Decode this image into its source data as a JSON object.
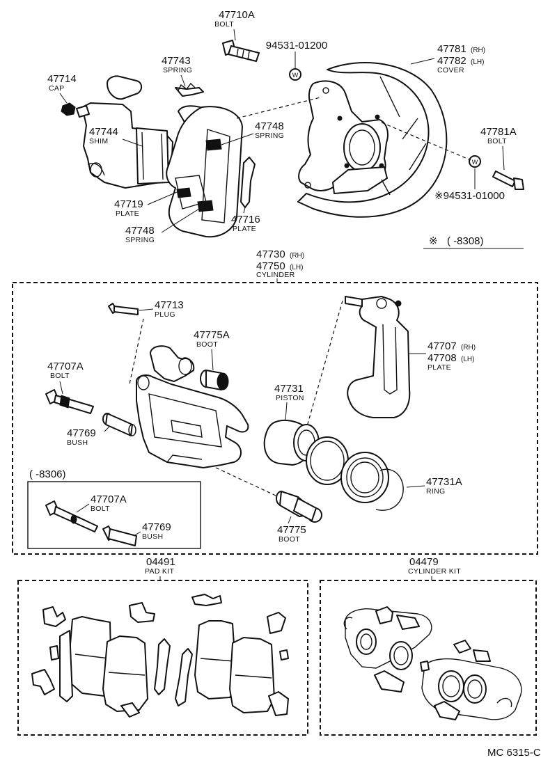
{
  "labels": {
    "p47710A": {
      "number": "47710A",
      "desc": "BOLT"
    },
    "p94531a": {
      "number": "94531-01200"
    },
    "p47781": {
      "number_rh": "47781",
      "suffix_rh": "(RH)",
      "number_lh": "47782",
      "suffix_lh": "(LH)",
      "desc": "COVER"
    },
    "p47743": {
      "number": "47743",
      "desc": "SPRING"
    },
    "p47714": {
      "number": "47714",
      "desc": "CAP"
    },
    "p47744": {
      "number": "47744",
      "desc": "SHIM"
    },
    "p47748a": {
      "number": "47748",
      "desc": "SPRING"
    },
    "p47781A": {
      "number": "47781A",
      "desc": "BOLT"
    },
    "p94531b": {
      "number": "※94531-01000"
    },
    "p47719": {
      "number": "47719",
      "desc": "PLATE"
    },
    "p47716": {
      "number": "47716",
      "desc": "PLATE"
    },
    "p47748b": {
      "number": "47748",
      "desc": "SPRING"
    },
    "note8308": {
      "mark": "※",
      "text": "(      -8308)"
    },
    "p47730": {
      "number_rh": "47730",
      "suffix_rh": "(RH)",
      "number_lh": "47750",
      "suffix_lh": "(LH)",
      "desc": "CYLINDER"
    },
    "p47713": {
      "number": "47713",
      "desc": "PLUG"
    },
    "p47775A": {
      "number": "47775A",
      "desc": "BOOT"
    },
    "p47707": {
      "number_rh": "47707",
      "suffix_rh": "(RH)",
      "number_lh": "47708",
      "suffix_lh": "(LH)",
      "desc": "PLATE"
    },
    "p47707A": {
      "number": "47707A",
      "desc": "BOLT"
    },
    "p47731": {
      "number": "47731",
      "desc": "PISTON"
    },
    "p47769": {
      "number": "47769",
      "desc": "BUSH"
    },
    "note8306": {
      "text": "(        -8306)"
    },
    "p47707A2": {
      "number": "47707A",
      "desc": "BOLT"
    },
    "p47769b": {
      "number": "47769",
      "desc": "BUSH"
    },
    "p47731A": {
      "number": "47731A",
      "desc": "RING"
    },
    "p47775": {
      "number": "47775",
      "desc": "BOOT"
    },
    "p04491": {
      "number": "04491",
      "desc": "PAD KIT"
    },
    "p04479": {
      "number": "04479",
      "desc": "CYLINDER KIT"
    },
    "code": "MC 6315-C"
  },
  "icons": {
    "washer_mark_a": "W",
    "washer_mark_b": "W"
  }
}
